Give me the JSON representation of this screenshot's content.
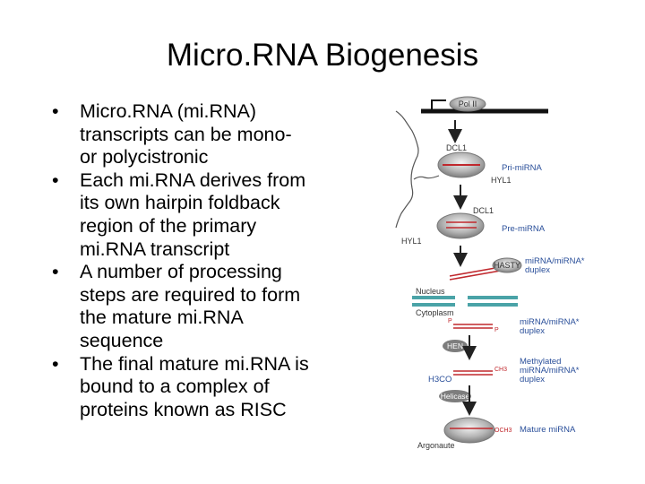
{
  "slide": {
    "title": "Micro.RNA Biogenesis",
    "bullets": [
      {
        "lines": [
          "Micro.RNA  (mi.RNA)",
          "transcripts can be mono-",
          "or polycistronic"
        ]
      },
      {
        "lines": [
          "Each mi.RNA derives from",
          "its own hairpin foldback",
          "region of the primary",
          "mi.RNA transcript"
        ]
      },
      {
        "lines": [
          "A number of processing",
          "steps are required to form",
          "the mature mi.RNA",
          "sequence"
        ]
      },
      {
        "lines": [
          "The final mature mi.RNA is",
          "bound to a complex of",
          "proteins known as RISC"
        ]
      }
    ]
  },
  "diagram": {
    "pol": "Pol II",
    "dcl1_a": "DCL1",
    "hyl1_a": "HYL1",
    "pri_mirna": "Pri-miRNA",
    "dcl1_b": "DCL1",
    "hyl1_b": "HYL1",
    "pre_mirna": "Pre-miRNA",
    "hasty": "HASTY",
    "duplex_1a": "miRNA/miRNA*",
    "duplex_1b": "duplex",
    "nucleus": "Nucleus",
    "cytoplasm": "Cytoplasm",
    "duplex_2a": "miRNA/miRNA*",
    "duplex_2b": "duplex",
    "hen": "HEN",
    "ch3_a": "CH3",
    "methyl_a": "Methylated",
    "methyl_b": "miRNA/miRNA*",
    "methyl_c": "duplex",
    "helicase": "Helicase",
    "h3co": "H3CO",
    "och3": "OCH3",
    "mature": "Mature miRNA",
    "argonaute": "Argonaute",
    "p5": "P",
    "p3": "P",
    "colors": {
      "blue": "#2a4f9a",
      "red": "#c0282d",
      "teal": "#4aa3a7",
      "gray": "#8f8f8f",
      "dark": "#222222"
    }
  }
}
